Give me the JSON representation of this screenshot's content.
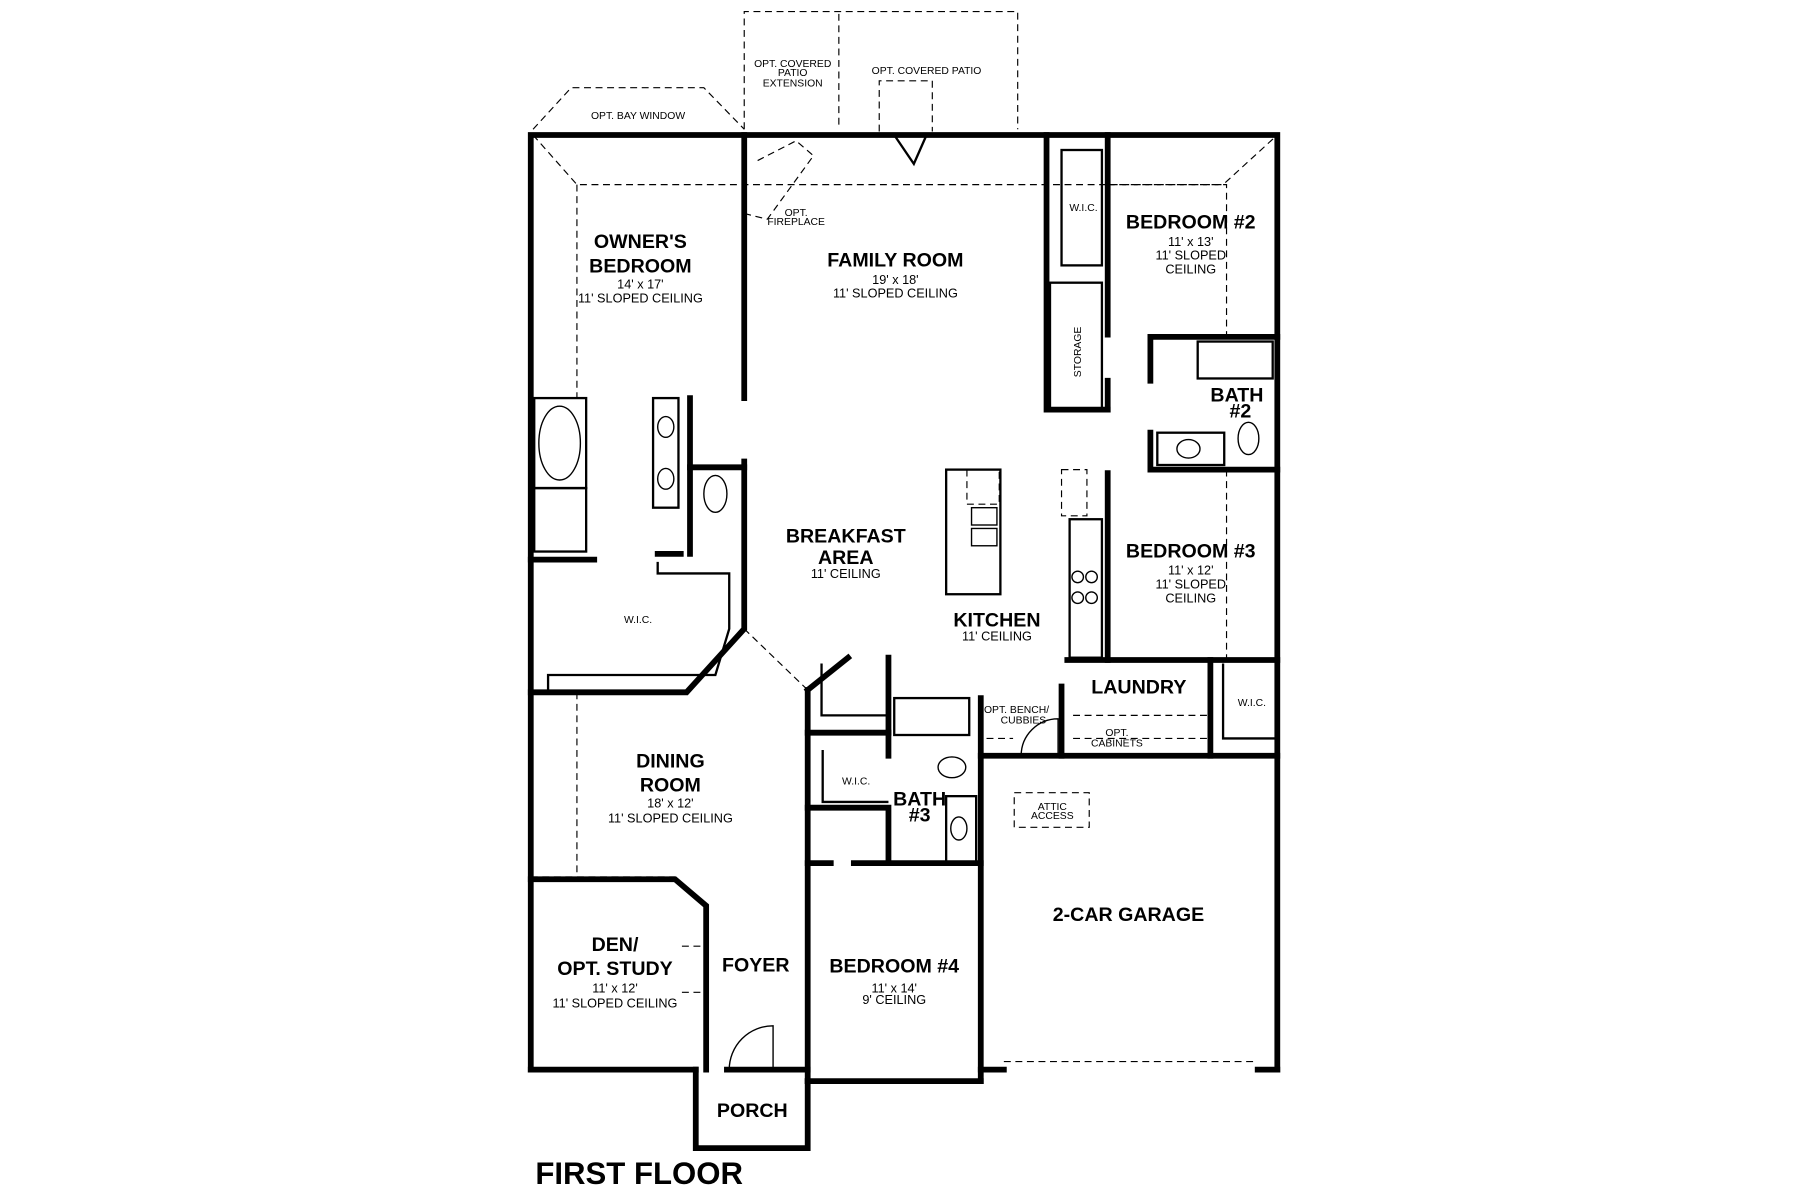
{
  "title": "FIRST FLOOR",
  "rooms": {
    "owners_bedroom": {
      "name1": "OWNER'S",
      "name2": "BEDROOM",
      "size": "14' x 17'",
      "ceiling": "11' SLOPED CEILING"
    },
    "family_room": {
      "name": "FAMILY ROOM",
      "size": "19' x 18'",
      "ceiling": "11' SLOPED CEILING"
    },
    "bedroom2": {
      "name": "BEDROOM #2",
      "size": "11' x 13'",
      "ceiling1": "11' SLOPED",
      "ceiling2": "CEILING"
    },
    "bedroom3": {
      "name": "BEDROOM #3",
      "size": "11' x 12'",
      "ceiling1": "11' SLOPED",
      "ceiling2": "CEILING"
    },
    "bedroom4": {
      "name": "BEDROOM #4",
      "size": "11' x 14'",
      "ceiling": "9' CEILING"
    },
    "bath2": {
      "name1": "BATH",
      "name2": "#2"
    },
    "bath3": {
      "name1": "BATH",
      "name2": "#3"
    },
    "breakfast": {
      "name1": "BREAKFAST",
      "name2": "AREA",
      "ceiling": "11' CEILING"
    },
    "kitchen": {
      "name": "KITCHEN",
      "ceiling": "11' CEILING"
    },
    "laundry": {
      "name": "LAUNDRY"
    },
    "dining": {
      "name1": "DINING",
      "name2": "ROOM",
      "size": "18' x 12'",
      "ceiling": "11' SLOPED CEILING"
    },
    "den": {
      "name1": "DEN/",
      "name2": "OPT. STUDY",
      "size": "11' x 12'",
      "ceiling": "11' SLOPED CEILING"
    },
    "foyer": {
      "name": "FOYER"
    },
    "porch": {
      "name": "PORCH"
    },
    "garage": {
      "name": "2-CAR GARAGE"
    },
    "storage": {
      "name": "STORAGE"
    }
  },
  "notes": {
    "bay_window": "OPT. BAY WINDOW",
    "patio_ext1": "OPT. COVERED",
    "patio_ext2": "PATIO",
    "patio_ext3": "EXTENSION",
    "covered_patio": "OPT. COVERED PATIO",
    "fireplace1": "OPT.",
    "fireplace2": "FIREPLACE",
    "wic": "W.I.C.",
    "bench1": "OPT. BENCH/",
    "bench2": "CUBBIES",
    "cabinets1": "OPT.",
    "cabinets2": "CABINETS",
    "attic1": "ATTIC",
    "attic2": "ACCESS"
  }
}
